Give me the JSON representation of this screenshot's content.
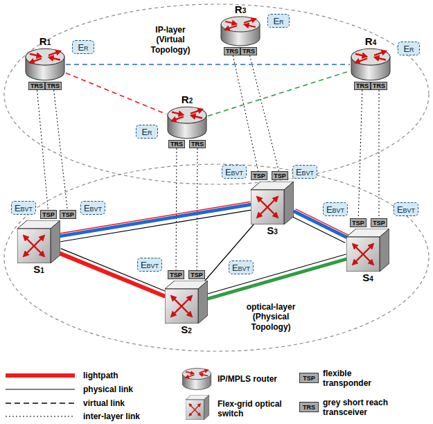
{
  "diagram": {
    "nodes": [
      {
        "text": [
          "IP-layer (Virtual Topology)"
        ]
      },
      {
        "text": [
          "R1"
        ],
        "in": 0
      },
      {
        "text": [
          "TRS"
        ],
        "in": 0
      },
      {
        "text": [
          "TRS"
        ],
        "in": 0
      },
      {
        "text": [
          "ER"
        ]
      },
      {
        "text": [
          "R2"
        ],
        "in": 0
      },
      {
        "text": [
          "TRS"
        ],
        "in": 0
      },
      {
        "text": [
          "TRS"
        ],
        "in": 0
      },
      {
        "text": [
          "ER"
        ]
      },
      {
        "text": [
          "R3"
        ],
        "in": 0
      },
      {
        "text": [
          "TRS"
        ],
        "in": 0
      },
      {
        "text": [
          "TRS"
        ],
        "in": 0
      },
      {
        "text": [
          "ER"
        ]
      },
      {
        "text": [
          "R4"
        ],
        "in": 0
      },
      {
        "text": [
          "TRS"
        ],
        "in": 0
      },
      {
        "text": [
          "TRS"
        ],
        "in": 0
      },
      {
        "text": [
          "ER"
        ]
      },
      {
        "text": [
          "optical-layer (Physical Topology)"
        ]
      },
      {
        "text": [
          "S1"
        ],
        "in": 17
      },
      {
        "text": [
          "TSP"
        ],
        "in": 17
      },
      {
        "text": [
          "TSP"
        ],
        "in": 17
      },
      {
        "text": [
          "EBVT"
        ]
      },
      {
        "text": [
          "EBVT"
        ]
      },
      {
        "text": [
          "S2"
        ],
        "in": 17
      },
      {
        "text": [
          "TSP"
        ],
        "in": 17
      },
      {
        "text": [
          "TSP"
        ],
        "in": 17
      },
      {
        "text": [
          "EBVT"
        ]
      },
      {
        "text": [
          "EBVT"
        ]
      },
      {
        "text": [
          "S3"
        ],
        "in": 17
      },
      {
        "text": [
          "TSP"
        ],
        "in": 17
      },
      {
        "text": [
          "TSP"
        ],
        "in": 17
      },
      {
        "text": [
          "EBVT"
        ]
      },
      {
        "text": [
          "EBVT"
        ]
      },
      {
        "text": [
          "S4"
        ],
        "in": 17
      },
      {
        "text": [
          "TSP"
        ],
        "in": 17
      },
      {
        "text": [
          "TSP"
        ],
        "in": 17
      },
      {
        "text": [
          "EBVT"
        ]
      },
      {
        "text": [
          "EBVT"
        ]
      }
    ],
    "edges": [
      {
        "from": 2,
        "to": 19,
        "arrow": "none"
      },
      {
        "from": 3,
        "to": 20,
        "arrow": "none"
      },
      {
        "from": 6,
        "to": 24,
        "arrow": "none"
      },
      {
        "from": 7,
        "to": 25,
        "arrow": "none"
      },
      {
        "from": 10,
        "to": 29,
        "arrow": "none"
      },
      {
        "from": 11,
        "to": 30,
        "arrow": "none"
      },
      {
        "from": 14,
        "to": 34,
        "arrow": "none"
      },
      {
        "from": 15,
        "to": 35,
        "arrow": "none"
      },
      {
        "from": 1,
        "to": 5,
        "arrow": "none"
      },
      {
        "from": 1,
        "to": 13,
        "arrow": "none"
      },
      {
        "from": 5,
        "to": 13,
        "arrow": "none"
      },
      {
        "from": 18,
        "to": 23,
        "arrow": "none"
      },
      {
        "from": 18,
        "to": 28,
        "arrow": "none"
      },
      {
        "from": 23,
        "to": 28,
        "arrow": "none"
      },
      {
        "from": 23,
        "to": 33,
        "arrow": "none"
      },
      {
        "from": 28,
        "to": 33,
        "arrow": "none"
      },
      {
        "from": 18,
        "to": 23,
        "arrow": "none"
      },
      {
        "from": 18,
        "to": 28,
        "arrow": "none"
      },
      {
        "from": 28,
        "to": 33,
        "arrow": "none"
      },
      {
        "from": 23,
        "to": 33,
        "arrow": "none"
      }
    ],
    "labels": [
      "TSP",
      "TRS"
    ],
    "legend": [
      {
        "text": "lightpath"
      },
      {
        "text": "physical link"
      },
      {
        "text": "virtual link"
      },
      {
        "text": "inter-layer link"
      },
      {
        "text": "IP/MPLS router"
      },
      {
        "text": "Flex-grid optical switch"
      },
      {
        "text": "flexible transponder"
      },
      {
        "text": "grey short reach transceiver"
      }
    ]
  }
}
